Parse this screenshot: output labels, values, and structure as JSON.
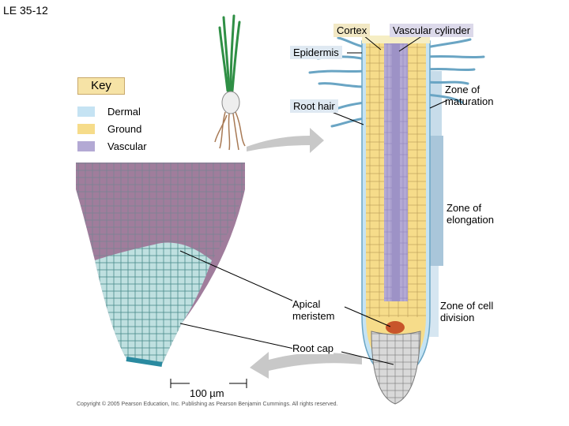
{
  "slide_id": "LE 35-12",
  "key": {
    "title": "Key",
    "items": [
      {
        "label": "Dermal",
        "color": "#c5e3f3"
      },
      {
        "label": "Ground",
        "color": "#f6dc8a"
      },
      {
        "label": "Vascular",
        "color": "#b3a9d4"
      }
    ]
  },
  "labels": {
    "cortex": "Cortex",
    "vascular_cylinder": "Vascular cylinder",
    "epidermis": "Epidermis",
    "root_hair": "Root hair",
    "zone_maturation_1": "Zone of",
    "zone_maturation_2": "maturation",
    "zone_elongation_1": "Zone of",
    "zone_elongation_2": "elongation",
    "zone_division_1": "Zone of cell",
    "zone_division_2": "division",
    "apical_1": "Apical",
    "apical_2": "meristem",
    "root_cap": "Root cap",
    "scale_bar": "100 µm"
  },
  "copyright": "Copyright © 2005 Pearson Education, Inc. Publishing as Pearson Benjamin Cummings. All rights reserved."
}
